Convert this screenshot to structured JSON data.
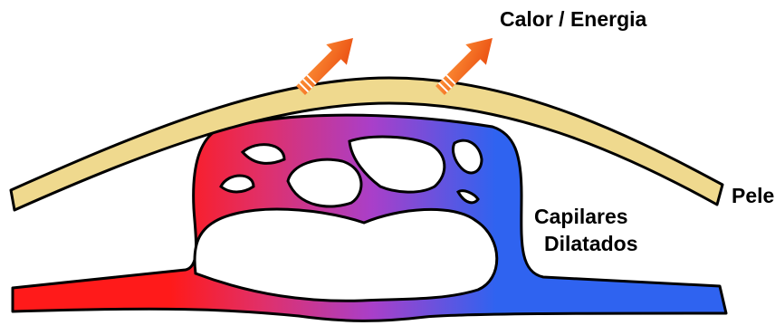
{
  "labels": {
    "heat": "Calor / Energia",
    "skin": "Pele",
    "capillaries_line1": "Capilares",
    "capillaries_line2": "Dilatados"
  },
  "colors": {
    "background": "#ffffff",
    "skin_fill": "#efd98e",
    "outline": "#000000",
    "arterial": "#ff1a1a",
    "mixed": "#a93fc9",
    "venous": "#2f63f0",
    "arrow_light": "#ff9a3c",
    "arrow_dark": "#e8460d"
  },
  "icons": [
    "heat-arrow-icon",
    "heat-arrow-icon"
  ]
}
